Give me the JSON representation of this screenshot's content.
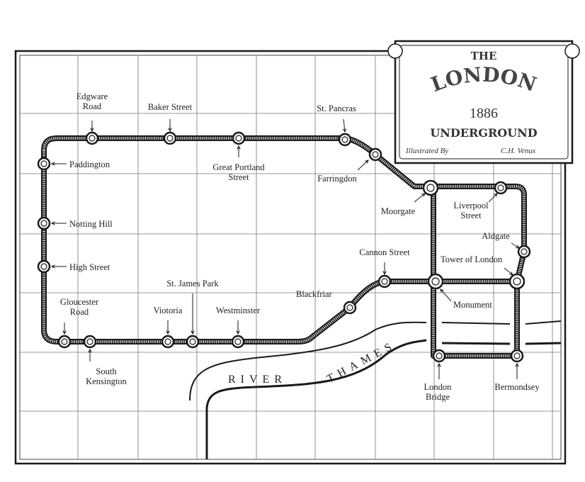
{
  "title": {
    "line1": "THE",
    "line2": "LONDON",
    "year": "1886",
    "line3": "UNDERGROUND",
    "illustrated_by": "Illustrated By",
    "author": "C.H. Venus"
  },
  "river": {
    "word1": "RIVER",
    "word2": "THAMES"
  },
  "colors": {
    "ink": "#1a1a1a",
    "paper": "#ffffff",
    "grid": "#777777"
  },
  "stations": [
    {
      "id": "edgware-road",
      "label": [
        "Edgware",
        "Road"
      ]
    },
    {
      "id": "baker-street",
      "label": [
        "Baker  Street"
      ]
    },
    {
      "id": "great-portland-street",
      "label": [
        "Great Portland",
        "Street"
      ]
    },
    {
      "id": "st-pancras",
      "label": [
        "St. Pancras"
      ]
    },
    {
      "id": "farringdon",
      "label": [
        "Farringdon"
      ]
    },
    {
      "id": "moorgate",
      "label": [
        "Moorgate"
      ]
    },
    {
      "id": "liverpool-street",
      "label": [
        "Liverpool",
        "Street"
      ]
    },
    {
      "id": "aldgate",
      "label": [
        "Aldgate"
      ]
    },
    {
      "id": "tower-of-london",
      "label": [
        "Tower of London"
      ]
    },
    {
      "id": "monument",
      "label": [
        "Monument"
      ]
    },
    {
      "id": "cannon-street",
      "label": [
        "Cannon Street"
      ]
    },
    {
      "id": "blackfriar",
      "label": [
        "Blackfriar"
      ]
    },
    {
      "id": "westminster",
      "label": [
        "Westminster"
      ]
    },
    {
      "id": "st-james-park",
      "label": [
        "St. James Park"
      ]
    },
    {
      "id": "victoria",
      "label": [
        "Viotoria"
      ]
    },
    {
      "id": "south-kensington",
      "label": [
        "South",
        "Kensington"
      ]
    },
    {
      "id": "gloucester-road",
      "label": [
        "Gloucester",
        "Road"
      ]
    },
    {
      "id": "high-street",
      "label": [
        "High Street"
      ]
    },
    {
      "id": "notting-hill",
      "label": [
        "Notting Hill"
      ]
    },
    {
      "id": "paddington",
      "label": [
        "Paddington"
      ]
    },
    {
      "id": "london-bridge",
      "label": [
        "London",
        "Bridge"
      ]
    },
    {
      "id": "bermondsey",
      "label": [
        "Bermondsey"
      ]
    }
  ]
}
